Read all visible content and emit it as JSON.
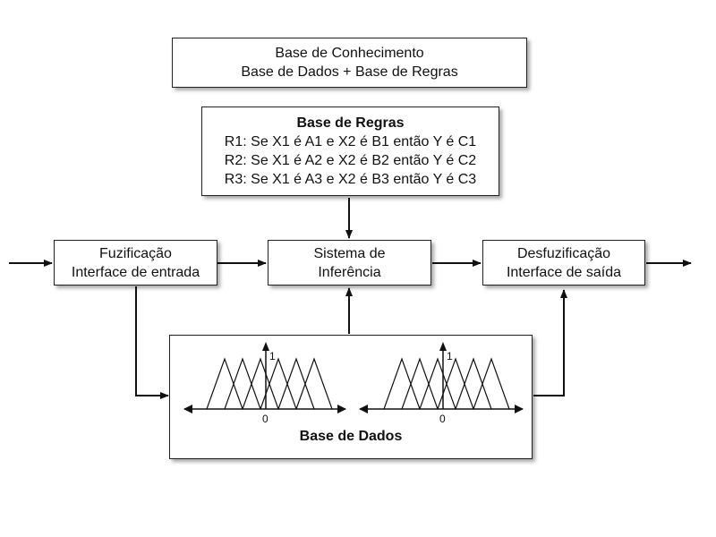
{
  "knowledge_base": {
    "line1": "Base de Conhecimento",
    "line2": "Base de Dados + Base de Regras"
  },
  "rule_base": {
    "title": "Base de Regras",
    "rules": [
      "R1: Se X1 é A1 e X2 é B1 então Y é C1",
      "R2: Se X1 é A2 e X2 é B2 então Y é C2",
      "R3: Se X1 é A3 e X2 é B3 então Y é C3"
    ]
  },
  "fuzzification": {
    "line1": "Fuzificação",
    "line2": "Interface de entrada"
  },
  "inference": {
    "line1": "Sistema de",
    "line2": "Inferência"
  },
  "defuzzification": {
    "line1": "Desfuzificação",
    "line2": "Interface de saída"
  },
  "database": {
    "title": "Base de Dados",
    "plot1": {
      "one_label": "1",
      "zero_label": "0"
    },
    "plot2": {
      "one_label": "1",
      "zero_label": "0"
    }
  }
}
